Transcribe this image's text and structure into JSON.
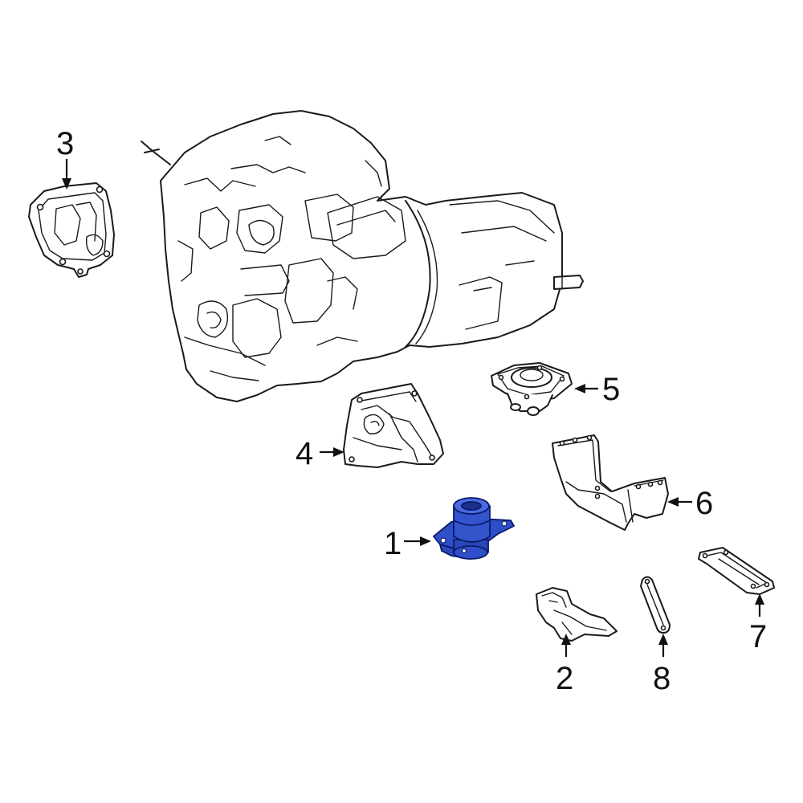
{
  "colors": {
    "line": "#1a1a1a",
    "background": "#ffffff",
    "highlight": "#2f4fc8",
    "highlight_dark": "#1c2f8a"
  },
  "callouts": [
    {
      "id": "1",
      "label": "1",
      "highlighted": true
    },
    {
      "id": "2",
      "label": "2",
      "highlighted": false
    },
    {
      "id": "3",
      "label": "3",
      "highlighted": false
    },
    {
      "id": "4",
      "label": "4",
      "highlighted": false
    },
    {
      "id": "5",
      "label": "5",
      "highlighted": false
    },
    {
      "id": "6",
      "label": "6",
      "highlighted": false
    },
    {
      "id": "7",
      "label": "7",
      "highlighted": false
    },
    {
      "id": "8",
      "label": "8",
      "highlighted": false
    }
  ]
}
